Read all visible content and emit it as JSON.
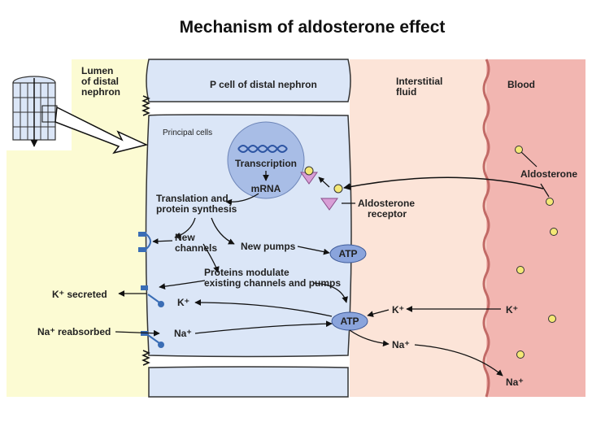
{
  "title": "Mechanism of aldosterone effect",
  "regions": {
    "lumen": [
      "Lumen",
      "of distal",
      "nephron"
    ],
    "cell": "P cell of distal nephron",
    "interstitial": [
      "Interstitial",
      "fluid"
    ],
    "blood": "Blood"
  },
  "labels": {
    "principal_cells": "Principal cells",
    "transcription": "Transcription",
    "mrna": "mRNA",
    "translation": [
      "Translation and",
      "protein synthesis"
    ],
    "new_channels": [
      "New",
      "channels"
    ],
    "new_pumps": "New pumps",
    "atp_top": "ATP",
    "atp_bottom": "ATP",
    "modulate": [
      "Proteins modulate",
      "existing channels and pumps"
    ],
    "aldosterone_receptor": [
      "Aldosterone",
      "receptor"
    ],
    "aldosterone": "Aldosterone",
    "k_secreted": "K⁺ secreted",
    "na_reabsorbed": "Na⁺ reabsorbed",
    "k_cell": "K⁺",
    "na_cell": "Na⁺",
    "k_interstitial": "K⁺",
    "k_blood": "K⁺",
    "na_interstitial": "Na⁺",
    "na_blood": "Na⁺"
  },
  "colors": {
    "lumen": "#fcfbd3",
    "cell": "#dbe6f7",
    "interstitial": "#fce4d8",
    "blood": "#f2b6b1",
    "atp": "#8aa4dc",
    "nucleus": "#a8bde6",
    "aldosterone": "#f4e876",
    "receptor": "#d89ed6",
    "channel": "#3a6db5"
  }
}
